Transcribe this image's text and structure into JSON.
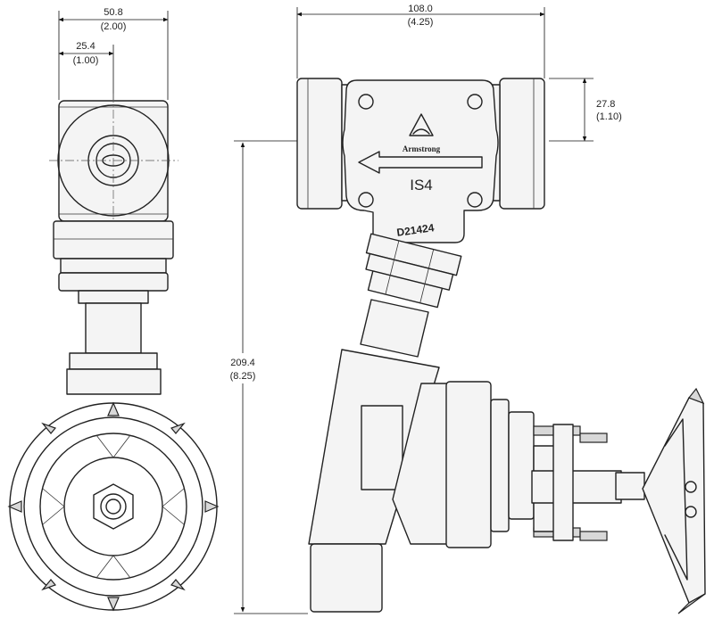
{
  "dimensions": {
    "width_mm": "50.8",
    "width_in": "(2.00)",
    "half_width_mm": "25.4",
    "half_width_in": "(1.00)",
    "length_mm": "108.0",
    "length_in": "(4.25)",
    "offset_mm": "27.8",
    "offset_in": "(1.10)",
    "height_mm": "209.4",
    "height_in": "(8.25)"
  },
  "markings": {
    "brand": "Armstrong",
    "model": "IS4",
    "part_number": "D21424"
  },
  "colors": {
    "line": "#222222",
    "background": "#ffffff"
  }
}
